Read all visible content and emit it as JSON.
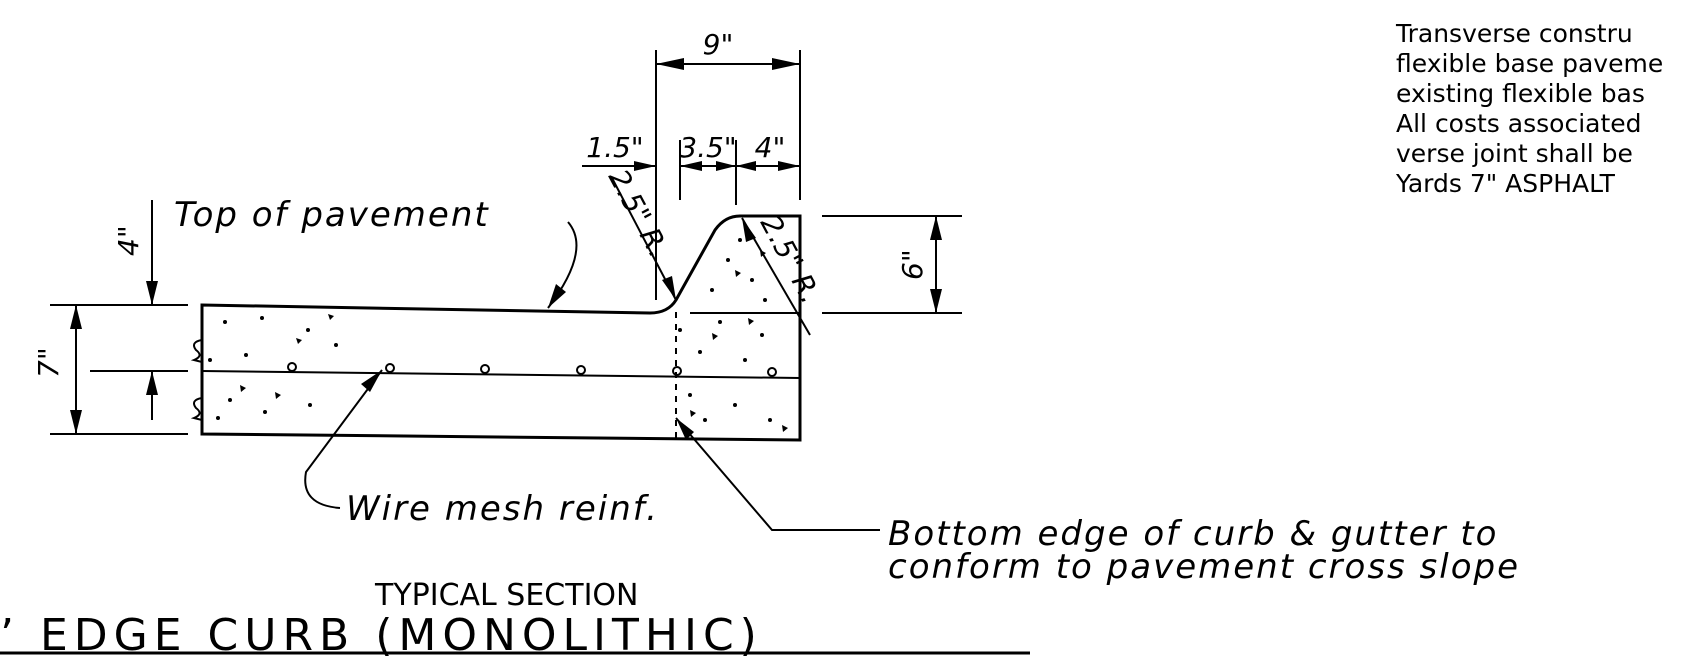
{
  "labels": {
    "top_of_pavement": "Top of pavement",
    "wire_mesh": "Wire mesh reinf.",
    "bottom_edge_line1": "Bottom edge of curb & gutter to",
    "bottom_edge_line2": "conform to pavement cross slope",
    "typical_section": "TYPICAL SECTION",
    "title": "’ EDGE CURB (MONOLITHIC)"
  },
  "dimensions": {
    "d9": "9\"",
    "d1_5": "1.5\"",
    "d3_5": "3.5\"",
    "d4_top": "4\"",
    "d4_left": "4\"",
    "d7": "7\"",
    "d6": "6\"",
    "r_left": "2.5\" R.",
    "r_right": "2.5\" R."
  },
  "notes": {
    "line1": "Transverse constru",
    "line2": "flexible base paveme",
    "line3": "existing flexible bas",
    "line4": "All costs associated",
    "line5": "verse joint shall be",
    "line6": "Yards 7\" ASPHALT"
  }
}
